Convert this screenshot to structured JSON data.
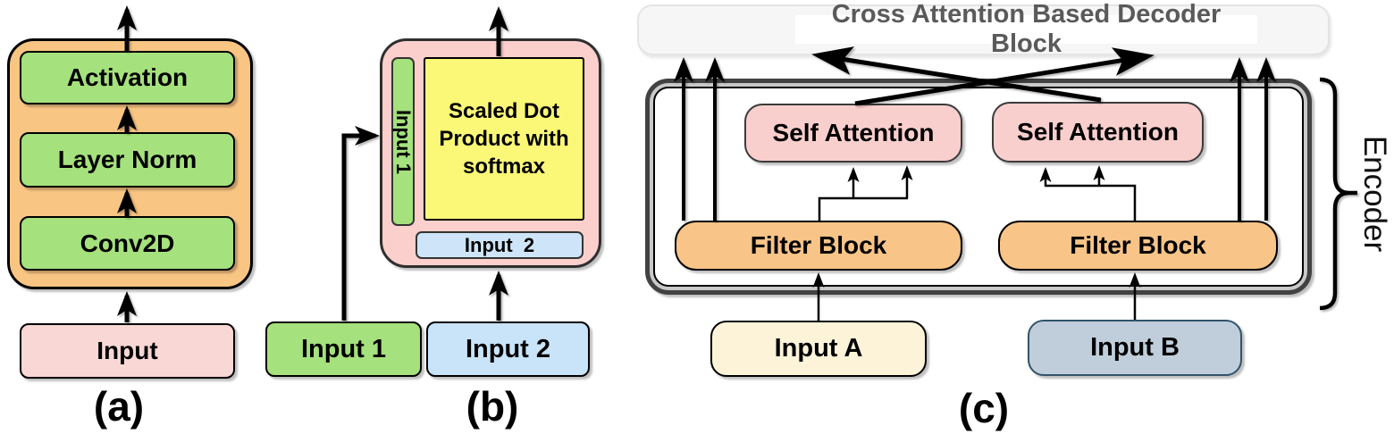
{
  "panel_a": {
    "caption": "(a)",
    "activation": "Activation",
    "layer_norm": "Layer Norm",
    "conv2d": "Conv2D",
    "input": "Input"
  },
  "panel_b": {
    "caption": "(b)",
    "scaled_dot": "Scaled Dot Product with softmax",
    "vertical_input": "Input 1",
    "strip_input": "Input  2",
    "input1": "Input 1",
    "input2": "Input 2"
  },
  "panel_c": {
    "caption": "(c)",
    "decoder_banner": "Cross Attention Based Decoder Block",
    "encoder_label": "Encoder",
    "self_attention_left": "Self Attention",
    "self_attention_right": "Self Attention",
    "filter_block_left": "Filter Block",
    "filter_block_right": "Filter Block",
    "input_a": "Input A",
    "input_b": "Input B"
  },
  "colors": {
    "panel_a_container": "#F9C583",
    "green_block": "#A5E17C",
    "pink_block": "#F9D7D4",
    "panel_b_container": "#FACFCC",
    "yellow_block": "#FCF877",
    "blue_strip": "#CEE5F9",
    "blue_block": "#C9E3F9",
    "self_attention": "#F9CFCD",
    "filter_block": "#F9C488",
    "input_a_block": "#FCF3D8",
    "input_b_block": "#BFCEDA",
    "banner_fill": "#F6F6F6",
    "banner_text": "#5A5A5A",
    "arrow": "#000000"
  }
}
